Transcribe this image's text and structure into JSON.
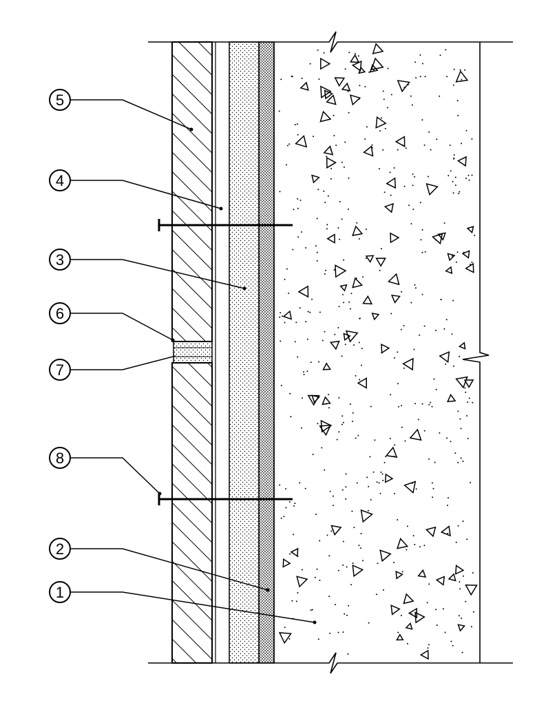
{
  "diagram": {
    "type": "wall-section-detail",
    "layers": [
      {
        "name": "brick-cladding",
        "pattern": "hatch"
      },
      {
        "name": "air-gap",
        "pattern": "blank"
      },
      {
        "name": "insulation-light",
        "pattern": "fine-dots"
      },
      {
        "name": "insulation-dense",
        "pattern": "dense-dots"
      },
      {
        "name": "concrete-wall",
        "pattern": "concrete"
      }
    ],
    "callouts": [
      {
        "number": "5"
      },
      {
        "number": "4"
      },
      {
        "number": "3"
      },
      {
        "number": "6"
      },
      {
        "number": "7"
      },
      {
        "number": "8"
      },
      {
        "number": "2"
      },
      {
        "number": "1"
      }
    ],
    "anchors": [
      {
        "label": "upper-anchor"
      },
      {
        "label": "lower-anchor"
      }
    ],
    "colors": {
      "line": "#000000",
      "background": "#ffffff"
    }
  }
}
